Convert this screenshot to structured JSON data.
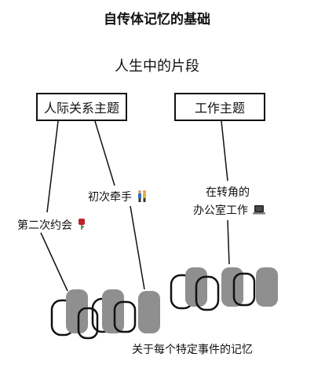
{
  "title": "自传体记忆的基础",
  "subtitle": "人生中的片段",
  "themes": {
    "relationship": "人际关系主题",
    "work": "工作主题"
  },
  "events": {
    "first_hand_holding": "初次牵手",
    "first_date": "第二次约会",
    "office_line_1": "在转角的",
    "office_line_2": "办公室工作"
  },
  "memories_label": "关于每个特定事件的记忆",
  "colors": {
    "line": "#111111",
    "memory_fill": "#8f8f8f",
    "chain": "#111111"
  },
  "icons": {
    "hand_holding": "couple-holding-hands-icon",
    "date": "rose-icon",
    "office": "laptop-icon"
  }
}
